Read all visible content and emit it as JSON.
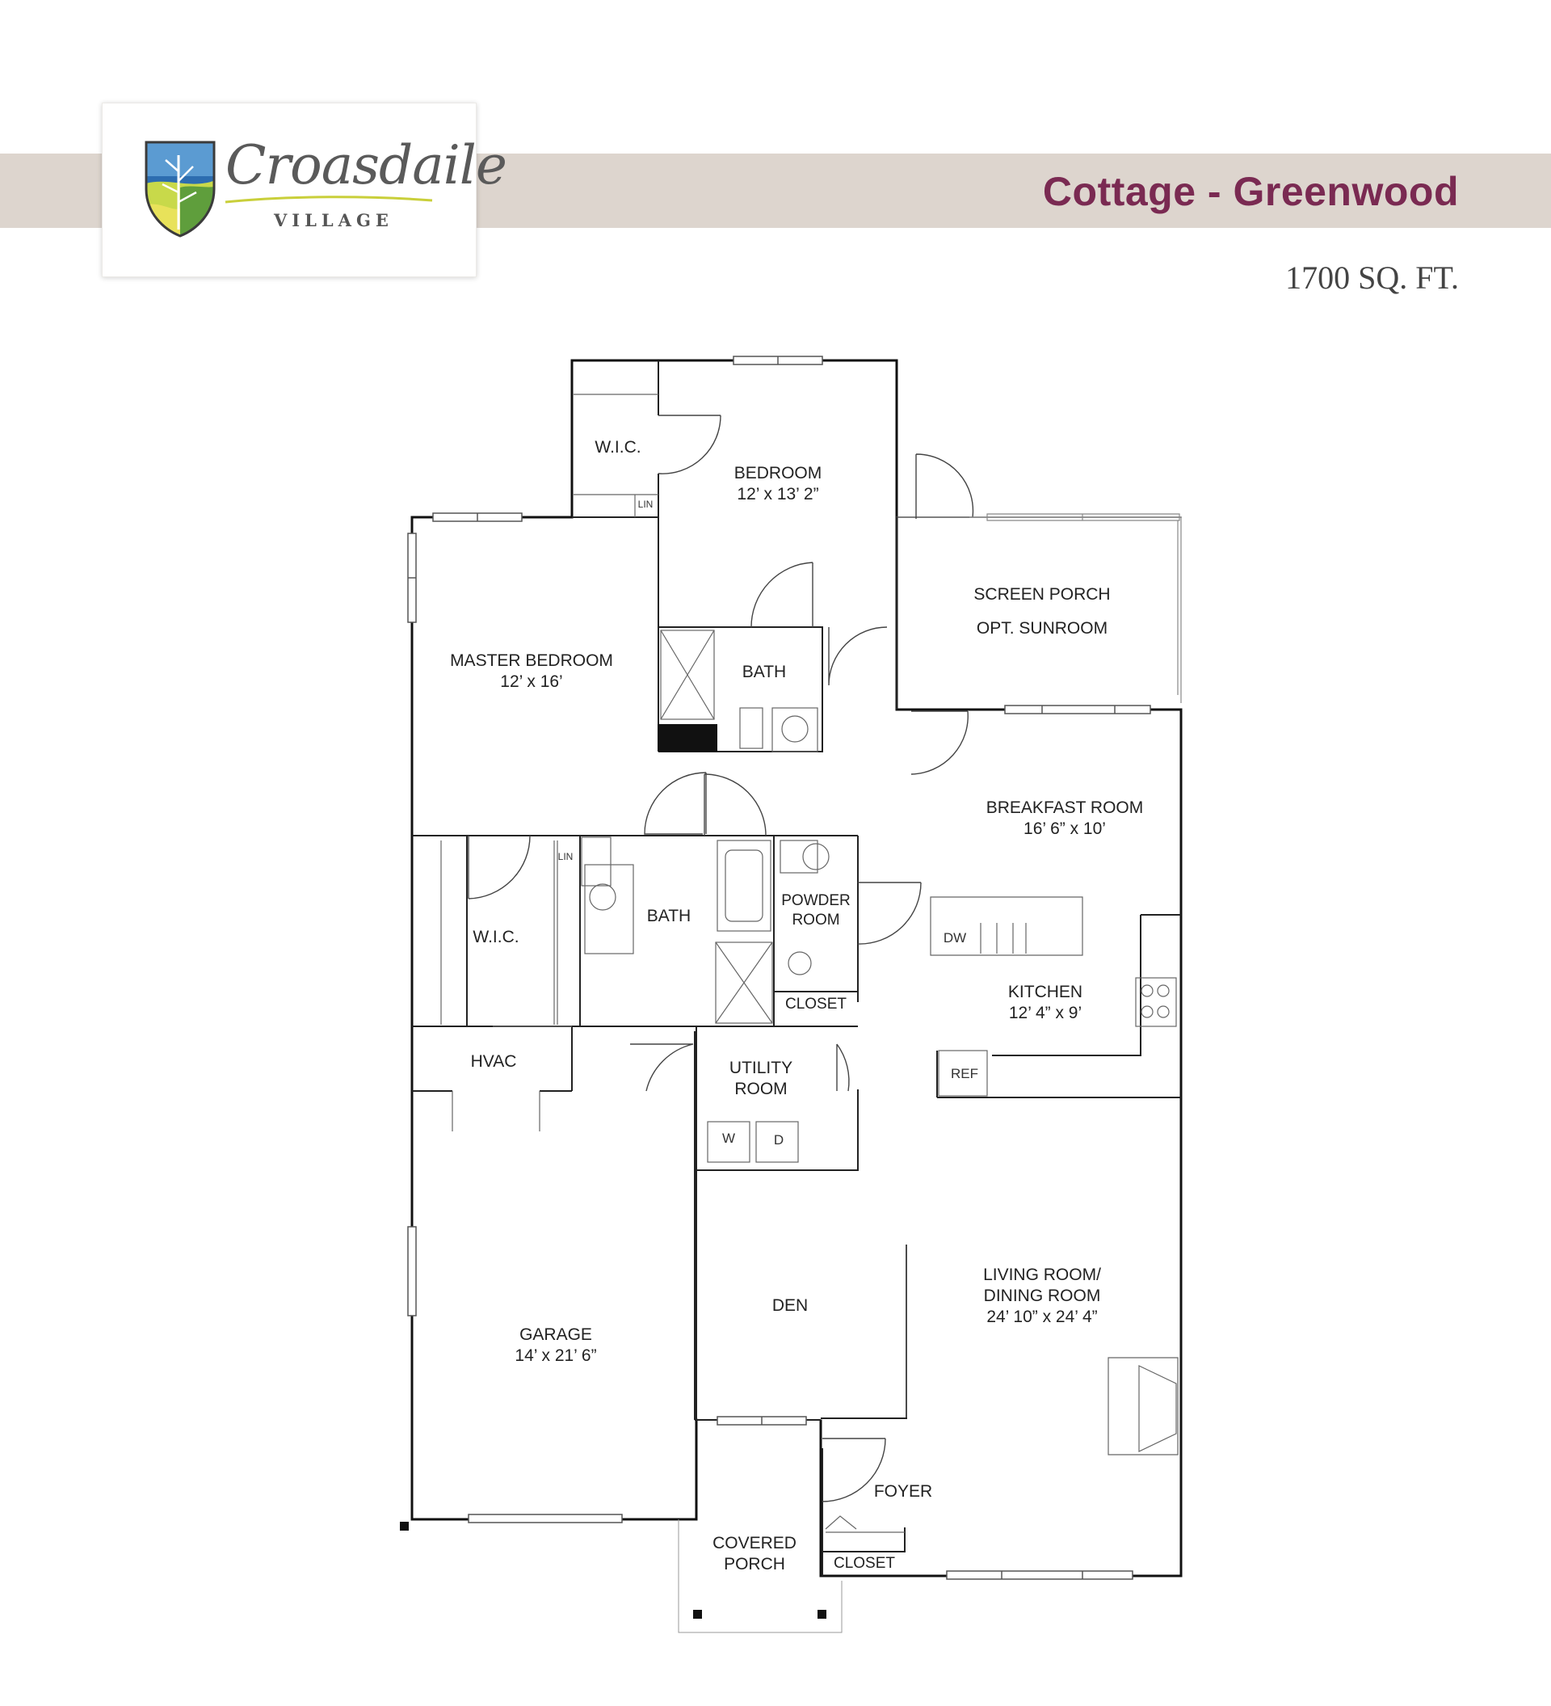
{
  "header": {
    "logo_script": "Croasdaile",
    "logo_sub": "VILLAGE",
    "title": "Cottage - Greenwood",
    "area": "1700 SQ. FT."
  },
  "colors": {
    "band": "#ddd5ce",
    "title": "#7a2a52",
    "wall": "#111111"
  },
  "icons": [
    "shield-logo-icon"
  ],
  "rooms": {
    "wic_top": "W.I.C.",
    "lin_top": "LIN",
    "bedroom": {
      "name": "BEDROOM",
      "dims": "12’ x 13’ 2”"
    },
    "screen_porch": {
      "name": "SCREEN PORCH",
      "alt": "OPT. SUNROOM"
    },
    "master_bedroom": {
      "name": "MASTER BEDROOM",
      "dims": "12’ x 16’"
    },
    "bath_upper": "BATH",
    "breakfast_room": {
      "name": "BREAKFAST ROOM",
      "dims": "16’ 6” x 10’"
    },
    "lin_mid": "LIN",
    "wic_master": "W.I.C.",
    "bath_master": "BATH",
    "powder_room": {
      "line1": "POWDER",
      "line2": "ROOM"
    },
    "dw": "DW",
    "closet_mid": "CLOSET",
    "kitchen": {
      "name": "KITCHEN",
      "dims": "12’ 4” x 9’"
    },
    "hvac": "HVAC",
    "utility_room": {
      "line1": "UTILITY",
      "line2": "ROOM"
    },
    "ref": "REF",
    "washer": "W",
    "dryer": "D",
    "living_room": {
      "line1": "LIVING ROOM/",
      "line2": "DINING ROOM",
      "dims": "24’ 10” x 24’ 4”"
    },
    "den": "DEN",
    "garage": {
      "name": "GARAGE",
      "dims": "14’ x 21’ 6”"
    },
    "foyer": "FOYER",
    "covered_porch": {
      "line1": "COVERED",
      "line2": "PORCH"
    },
    "closet_foyer": "CLOSET"
  }
}
